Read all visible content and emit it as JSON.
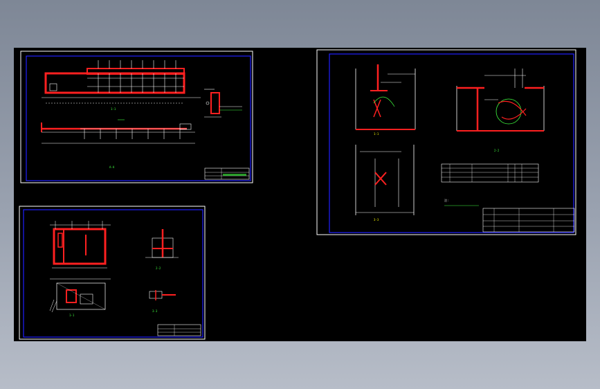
{
  "canvas": {
    "background": "#000000",
    "sheet_border_color": "#ffffff",
    "frame_color": "#2020ff",
    "wall_color": "#ff2020",
    "dim_color": "#ffffff",
    "note_color": "#40ff40",
    "accent_color": "#ffff00"
  },
  "sheets": {
    "sheet1": {
      "label_plan": "1-1",
      "label_section": "A-A"
    },
    "sheet2": {
      "label_plan": "1-1",
      "label_section_a": "2-2",
      "label_section_b": "3-3"
    },
    "sheet3": {
      "label_a": "1-1",
      "label_b": "2-2",
      "label_c": "3-3",
      "note": "注:"
    }
  }
}
